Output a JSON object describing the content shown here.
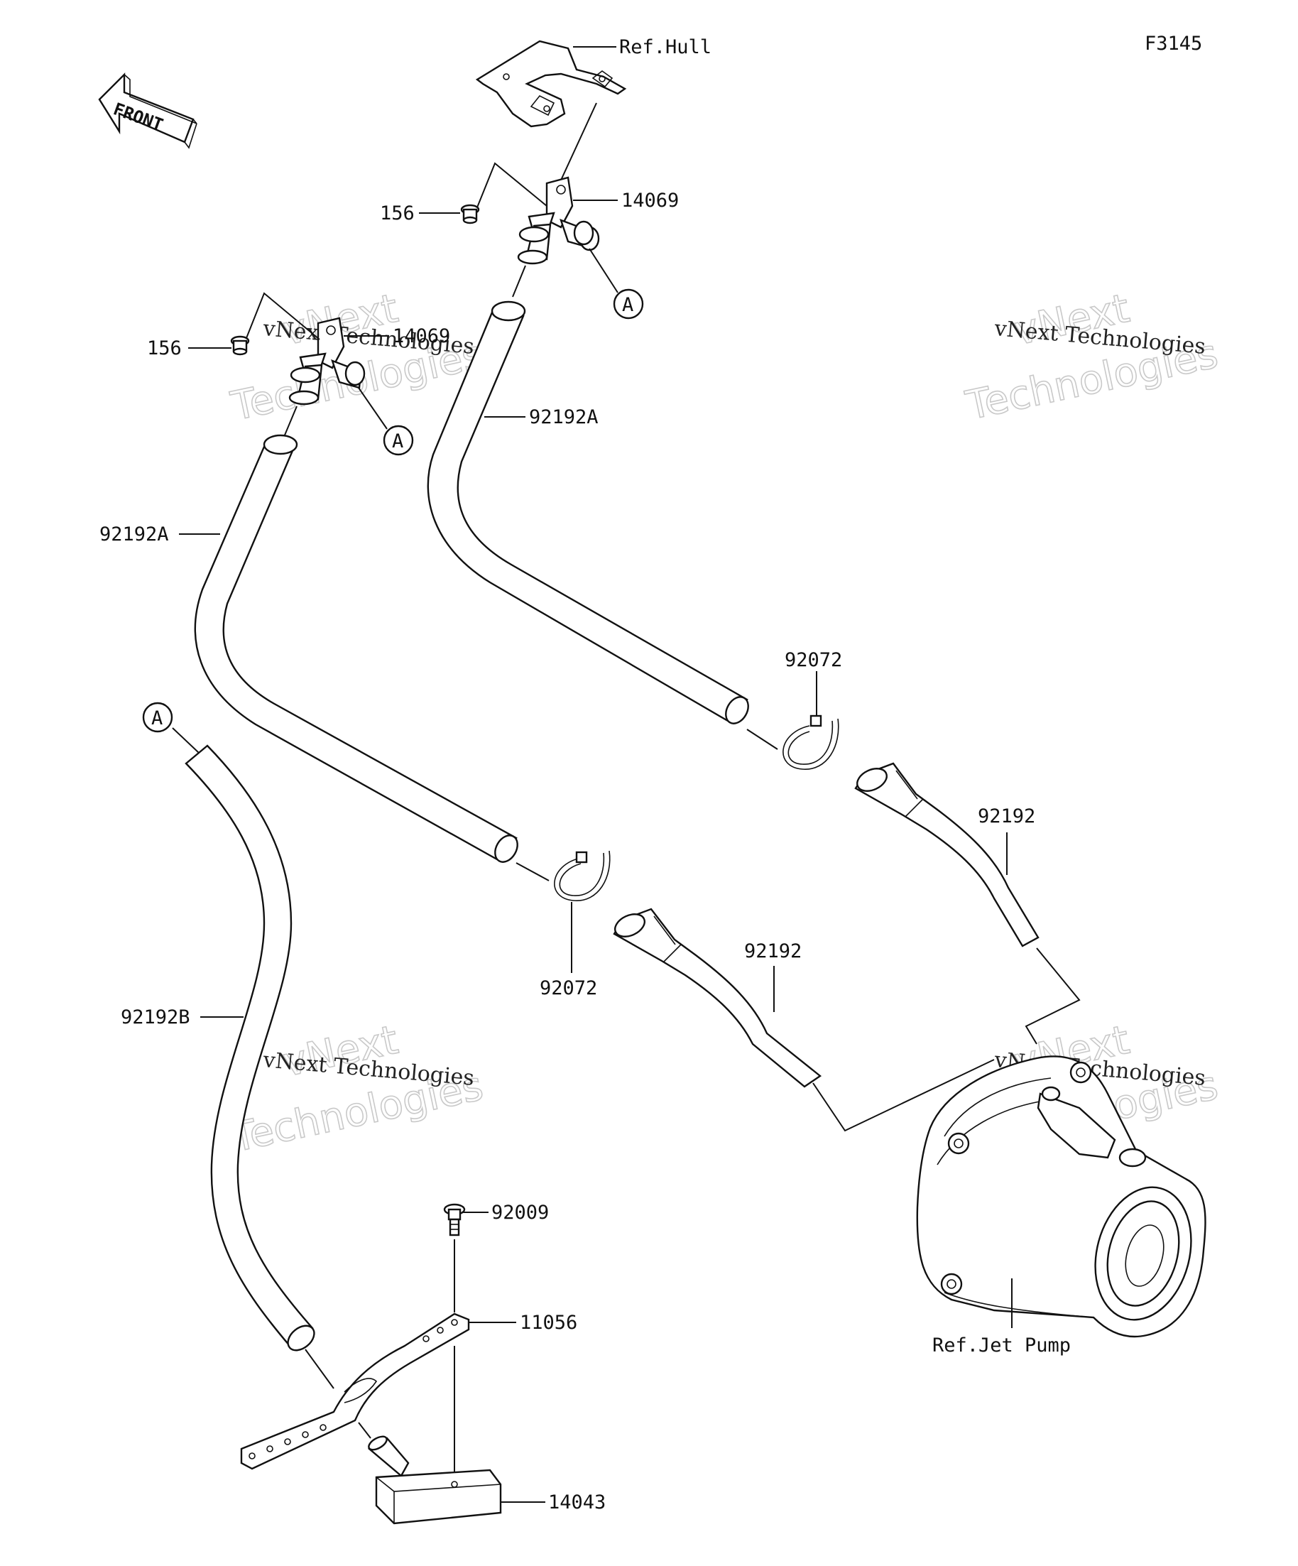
{
  "figure_code": "F3145",
  "front_label": "FRONT",
  "ref_hull": "Ref.Hull",
  "ref_jet_pump": "Ref.Jet Pump",
  "callout_letter": "A",
  "watermark": {
    "line1": "vNext Technologies",
    "line2": "vNext",
    "line3": "Technologies"
  },
  "parts": {
    "p14069_upper": "14069",
    "p14069_lower": "14069",
    "p156_upper": "156",
    "p156_lower": "156",
    "p92192A_right": "92192A",
    "p92192A_left": "92192A",
    "p92192B": "92192B",
    "p92072_upper": "92072",
    "p92072_lower": "92072",
    "p92192_upper": "92192",
    "p92192_lower": "92192",
    "p92009": "92009",
    "p11056": "11056",
    "p14043": "14043"
  },
  "colors": {
    "line": "#111111",
    "watermark": "#c9c9c9",
    "background": "#ffffff"
  }
}
